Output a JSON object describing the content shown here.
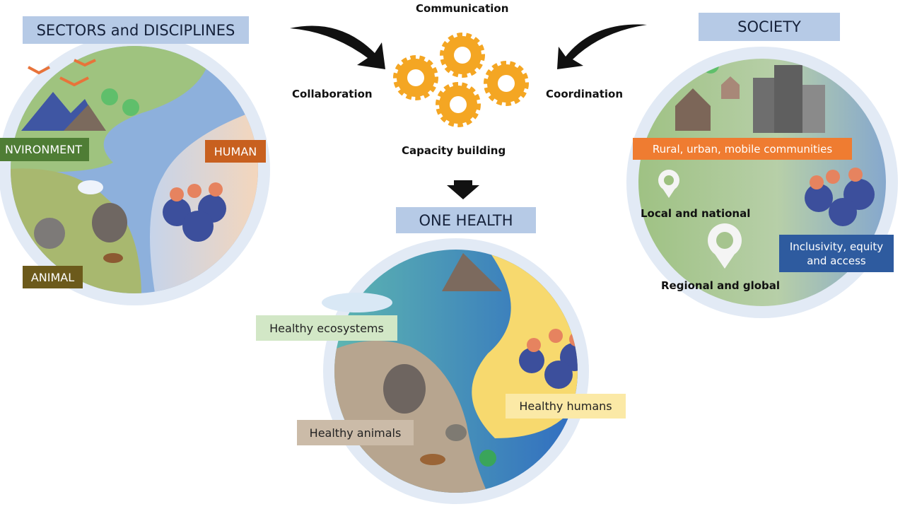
{
  "sectors": {
    "title": "SECTORS and DISCIPLINES",
    "environment": "NVIRONMENT",
    "human": "HUMAN",
    "animal": "ANIMAL"
  },
  "center": {
    "communication": "Communication",
    "collaboration": "Collaboration",
    "coordination": "Coordination",
    "capacity_building": "Capacity building"
  },
  "one_health": {
    "title": "ONE HEALTH",
    "ecosystems": "Healthy ecosystems",
    "humans": "Healthy humans",
    "animals": "Healthy animals"
  },
  "society": {
    "title": "SOCIETY",
    "communities": "Rural, urban, mobile communities",
    "local": "Local and national",
    "regional": "Regional and global",
    "inclusivity": "Inclusivity, equity and access"
  },
  "colors": {
    "title_box": "#b6cae6",
    "environment": "#4f7d35",
    "human": "#c8601f",
    "animal": "#6c5a1b",
    "communities": "#ef7c31",
    "inclusivity": "#2e5b9f",
    "gear": "#f4a623"
  }
}
